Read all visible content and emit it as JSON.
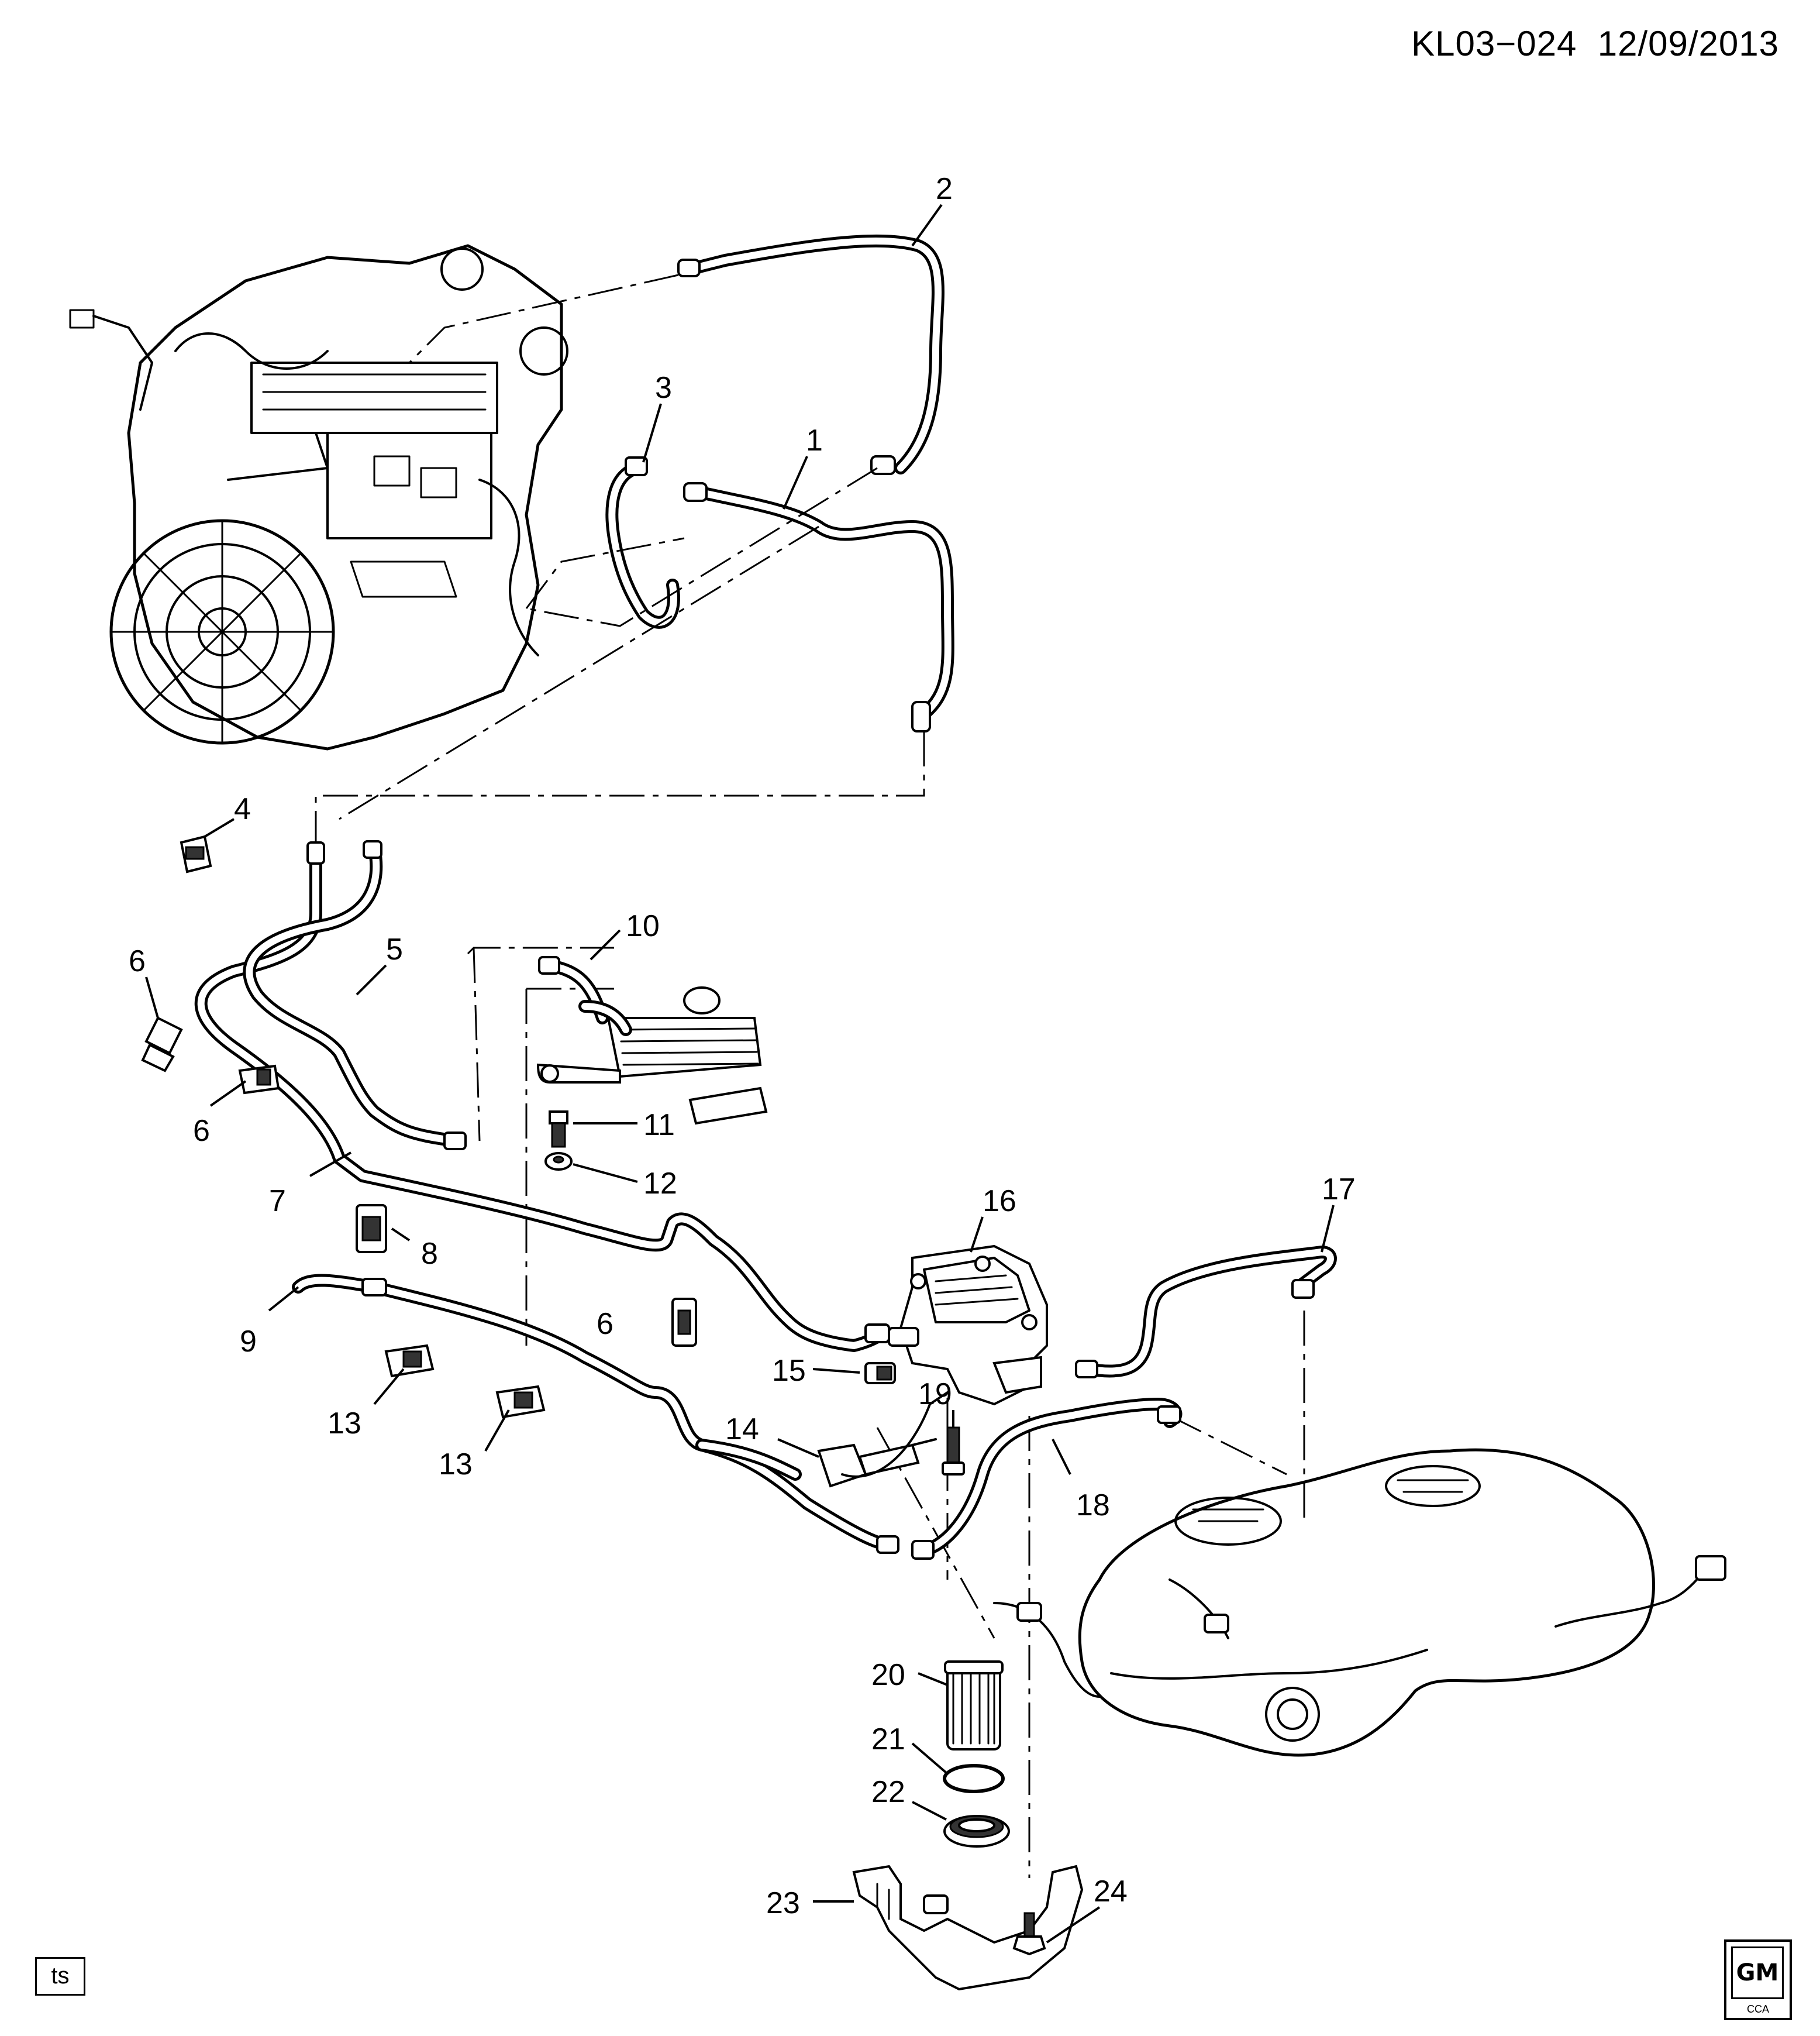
{
  "header": {
    "diagram_code": "KL03−024",
    "date": "12/09/2013"
  },
  "footer": {
    "ts_tag": "ts",
    "brand_logo_text": "GM",
    "brand_logo_sub": "CCA"
  },
  "callouts": [
    {
      "id": "c1",
      "label": "1"
    },
    {
      "id": "c2",
      "label": "2"
    },
    {
      "id": "c3",
      "label": "3"
    },
    {
      "id": "c4",
      "label": "4"
    },
    {
      "id": "c5",
      "label": "5"
    },
    {
      "id": "c6a",
      "label": "6"
    },
    {
      "id": "c6b",
      "label": "6"
    },
    {
      "id": "c6c",
      "label": "6"
    },
    {
      "id": "c7",
      "label": "7"
    },
    {
      "id": "c8",
      "label": "8"
    },
    {
      "id": "c9",
      "label": "9"
    },
    {
      "id": "c10",
      "label": "10"
    },
    {
      "id": "c11",
      "label": "11"
    },
    {
      "id": "c12",
      "label": "12"
    },
    {
      "id": "c13a",
      "label": "13"
    },
    {
      "id": "c13b",
      "label": "13"
    },
    {
      "id": "c14",
      "label": "14"
    },
    {
      "id": "c15",
      "label": "15"
    },
    {
      "id": "c16",
      "label": "16"
    },
    {
      "id": "c17",
      "label": "17"
    },
    {
      "id": "c18",
      "label": "18"
    },
    {
      "id": "c19",
      "label": "19"
    },
    {
      "id": "c20",
      "label": "20"
    },
    {
      "id": "c21",
      "label": "21"
    },
    {
      "id": "c22",
      "label": "22"
    },
    {
      "id": "c23",
      "label": "23"
    },
    {
      "id": "c24",
      "label": "24"
    }
  ]
}
